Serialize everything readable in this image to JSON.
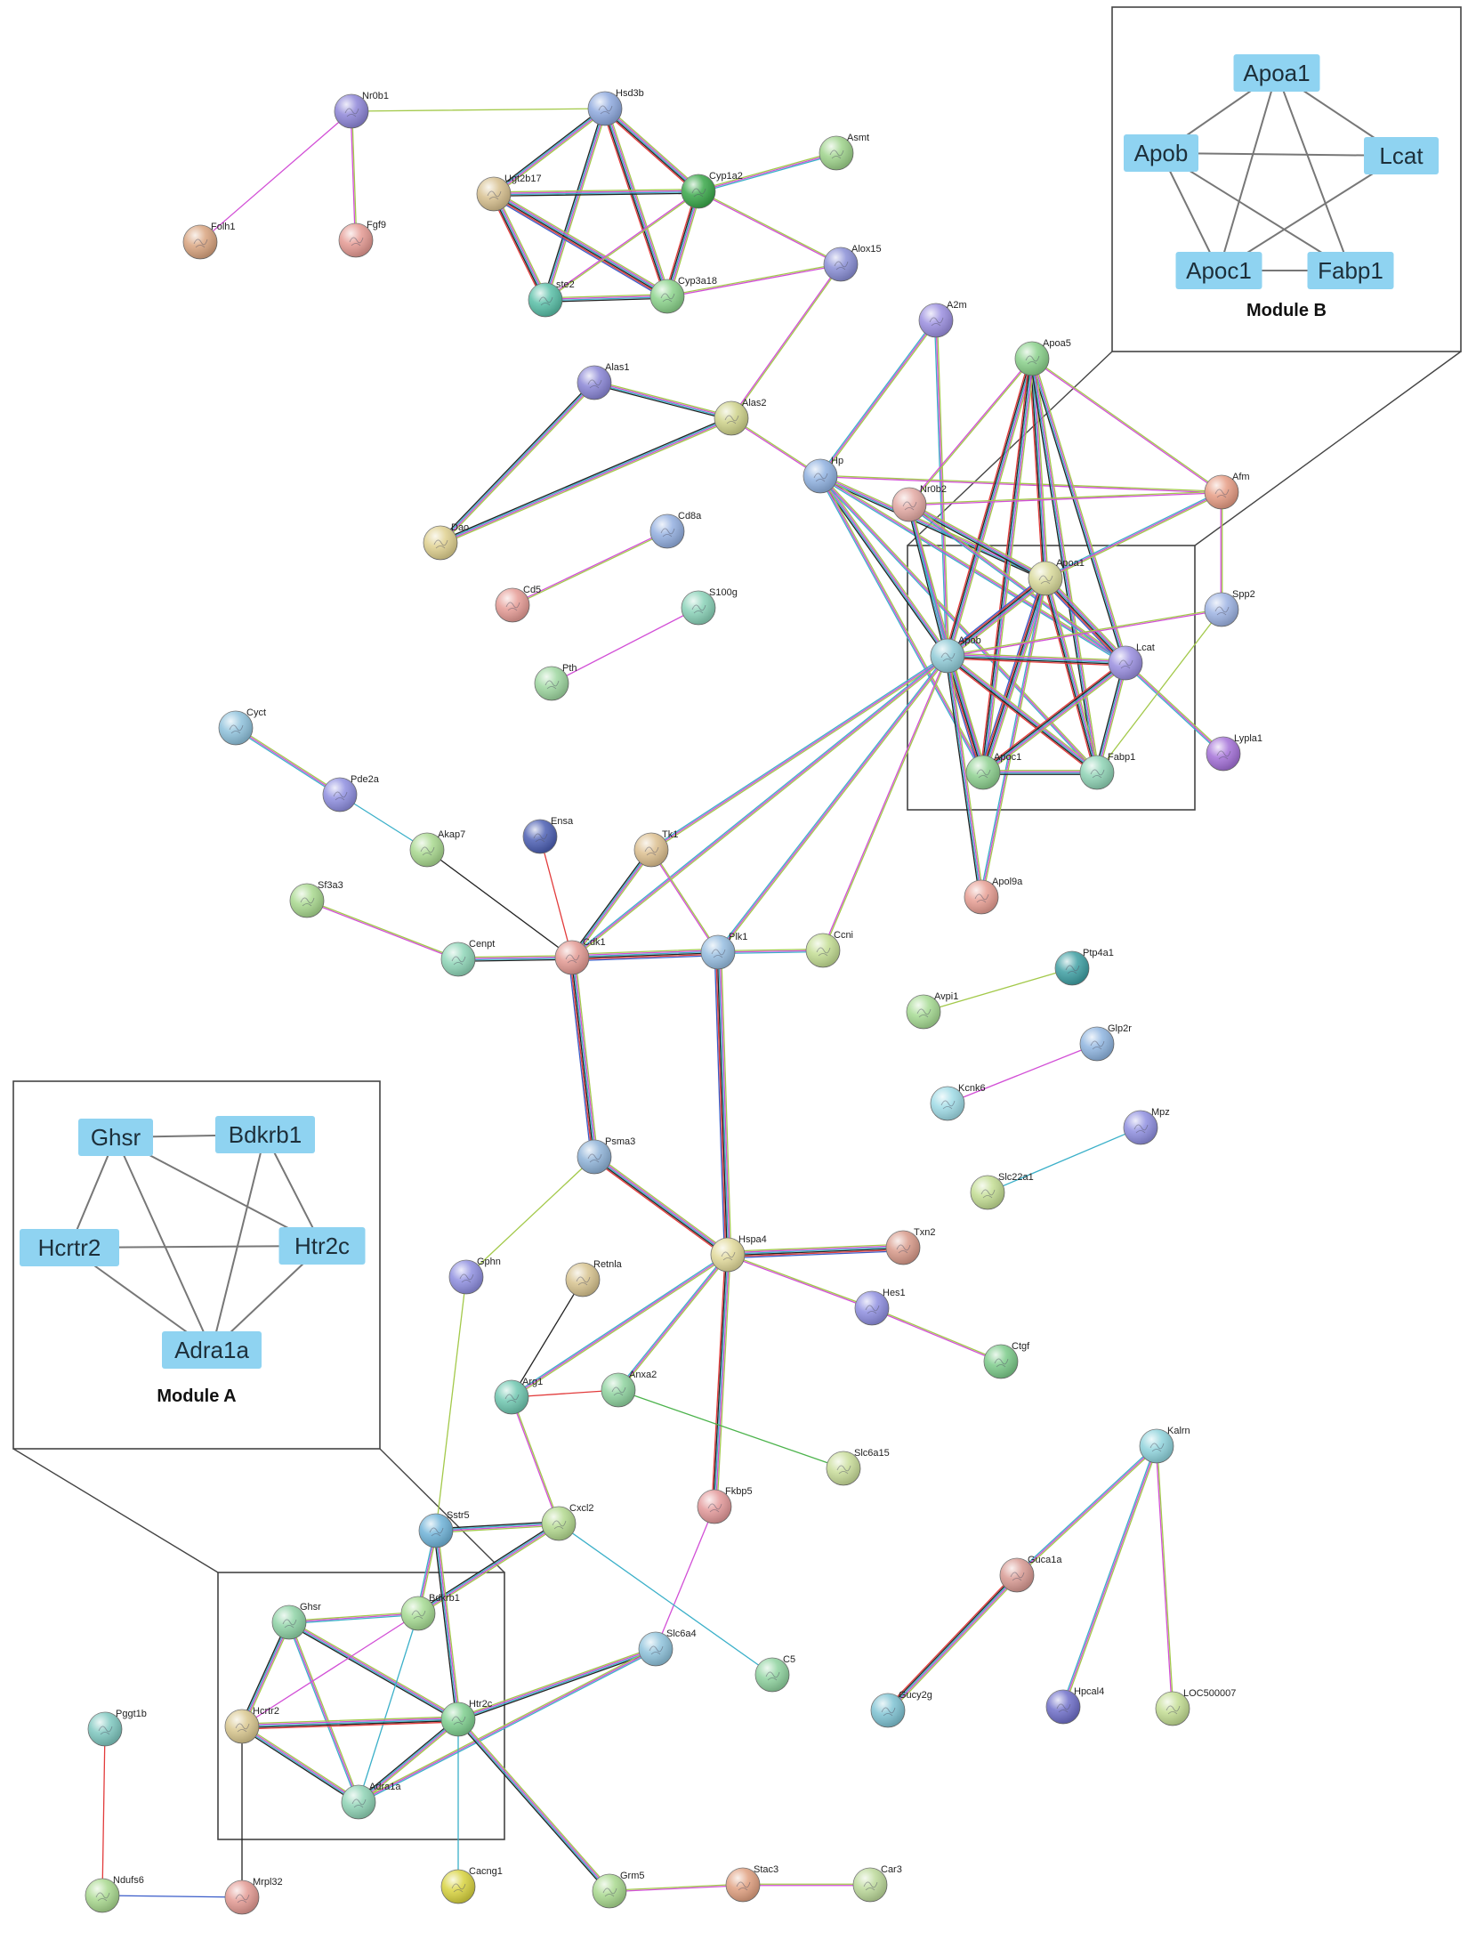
{
  "colors": {
    "edge_palette": [
      "#a3c94a",
      "#d24fd6",
      "#3bb0c9",
      "#222222",
      "#e23b3b",
      "#3a5cc9",
      "#4cb34c"
    ],
    "inset_node_fill": "#8fd3f1",
    "inset_edge": "#777777",
    "frame": "#444444"
  },
  "nodes": [
    {
      "id": "Nr0b1",
      "color": "#8e86d8"
    },
    {
      "id": "Hsd3b",
      "color": "#8ea9de"
    },
    {
      "id": "Ugt2b17",
      "color": "#d7c08f"
    },
    {
      "id": "Cyp1a2",
      "color": "#3aa84a"
    },
    {
      "id": "Asmt",
      "color": "#9ed38b"
    },
    {
      "id": "Folh1",
      "color": "#d9a47f"
    },
    {
      "id": "Fgf9",
      "color": "#e59a93"
    },
    {
      "id": "ste2",
      "color": "#59bfa7"
    },
    {
      "id": "Cyp3a18",
      "color": "#8bd38b"
    },
    {
      "id": "Alox15",
      "color": "#8a8fd6"
    },
    {
      "id": "A2m",
      "color": "#9b8fe0"
    },
    {
      "id": "Apoa5",
      "color": "#89d08a"
    },
    {
      "id": "Alas1",
      "color": "#8a86d6"
    },
    {
      "id": "Alas2",
      "color": "#ced28a"
    },
    {
      "id": "Hp",
      "color": "#8fb1e0"
    },
    {
      "id": "Nr0b2",
      "color": "#e3a9a3"
    },
    {
      "id": "Afm",
      "color": "#e69c84"
    },
    {
      "id": "Dao",
      "color": "#dfd08f"
    },
    {
      "id": "Cd8a",
      "color": "#93afe0"
    },
    {
      "id": "Cd5",
      "color": "#e69c96"
    },
    {
      "id": "S100g",
      "color": "#8ad2b8"
    },
    {
      "id": "Pth",
      "color": "#9ed7a0"
    },
    {
      "id": "Apoa1",
      "color": "#d8d99a"
    },
    {
      "id": "Spp2",
      "color": "#9db3e3"
    },
    {
      "id": "Apob",
      "color": "#8fcad6"
    },
    {
      "id": "Lcat",
      "color": "#9a8fe0"
    },
    {
      "id": "Lypla1",
      "color": "#a471d8"
    },
    {
      "id": "Apoc1",
      "color": "#8dd08f"
    },
    {
      "id": "Fabp1",
      "color": "#8fd3b5"
    },
    {
      "id": "Apol9a",
      "color": "#e79e93"
    },
    {
      "id": "Cyct",
      "color": "#8fc2dc"
    },
    {
      "id": "Pde2a",
      "color": "#8f8fe0"
    },
    {
      "id": "Akap7",
      "color": "#a9d98f"
    },
    {
      "id": "Ensa",
      "color": "#4c5fb3"
    },
    {
      "id": "Tk1",
      "color": "#dcbf8f"
    },
    {
      "id": "Sf3a3",
      "color": "#a9d98f"
    },
    {
      "id": "Cenpt",
      "color": "#8fd6b8"
    },
    {
      "id": "Cdk1",
      "color": "#e39a93"
    },
    {
      "id": "Plk1",
      "color": "#96bde0"
    },
    {
      "id": "Ccni",
      "color": "#c3dd93"
    },
    {
      "id": "Ptp4a1",
      "color": "#3f9fa3"
    },
    {
      "id": "Avpi1",
      "color": "#a6db93"
    },
    {
      "id": "Glp2r",
      "color": "#8fb5e0"
    },
    {
      "id": "Kcnk6",
      "color": "#9fdbe6"
    },
    {
      "id": "Mpz",
      "color": "#8f8fe0"
    },
    {
      "id": "Slc22a1",
      "color": "#c3dd93"
    },
    {
      "id": "Psma3",
      "color": "#8fb3d8"
    },
    {
      "id": "Hspa4",
      "color": "#e1d99a"
    },
    {
      "id": "Txn2",
      "color": "#d89a8a"
    },
    {
      "id": "Gphn",
      "color": "#8f8fe0"
    },
    {
      "id": "Retnla",
      "color": "#d7c38f"
    },
    {
      "id": "Hes1",
      "color": "#8f8fe0"
    },
    {
      "id": "Ctgf",
      "color": "#7ccb8a"
    },
    {
      "id": "Arg1",
      "color": "#6fc7b0"
    },
    {
      "id": "Anxa2",
      "color": "#8fd39f"
    },
    {
      "id": "Slc6a15",
      "color": "#c9dd9a"
    },
    {
      "id": "Kalrn",
      "color": "#8fd3dc"
    },
    {
      "id": "Fkbp5",
      "color": "#e3999a"
    },
    {
      "id": "Sstr5",
      "color": "#6fb3d8"
    },
    {
      "id": "Cxcl2",
      "color": "#b3d98f"
    },
    {
      "id": "Guca1a",
      "color": "#d89a93"
    },
    {
      "id": "Ghsr",
      "color": "#8fd3a6"
    },
    {
      "id": "Bdkrb1",
      "color": "#a6db93"
    },
    {
      "id": "Slc6a4",
      "color": "#8fc3dc"
    },
    {
      "id": "C5",
      "color": "#8fd39f"
    },
    {
      "id": "Hcrtr2",
      "color": "#d9c78f"
    },
    {
      "id": "Htr2c",
      "color": "#7fcf8f"
    },
    {
      "id": "Gucy2g",
      "color": "#7fc3d3"
    },
    {
      "id": "Hpcal4",
      "color": "#6f6fc9"
    },
    {
      "id": "LOC500007",
      "color": "#c3dd93"
    },
    {
      "id": "Pggt1b",
      "color": "#7fc8c0"
    },
    {
      "id": "Adra1a",
      "color": "#8fd3b5"
    },
    {
      "id": "Ndufs6",
      "color": "#a9d98f"
    },
    {
      "id": "Mrpl32",
      "color": "#e39a93"
    },
    {
      "id": "Cacng1",
      "color": "#d8d33f"
    },
    {
      "id": "Grm5",
      "color": "#a9d98f"
    },
    {
      "id": "Stac3",
      "color": "#e0a080"
    },
    {
      "id": "Car3",
      "color": "#bcd99a"
    }
  ],
  "edges": [
    [
      "Nr0b1",
      "Hsd3b",
      1
    ],
    [
      "Nr0b1",
      "Folh1",
      1
    ],
    [
      "Nr0b1",
      "Fgf9",
      2
    ],
    [
      "Hsd3b",
      "Ugt2b17",
      4
    ],
    [
      "Hsd3b",
      "Cyp1a2",
      5
    ],
    [
      "Hsd3b",
      "ste2",
      4
    ],
    [
      "Hsd3b",
      "Cyp3a18",
      5
    ],
    [
      "Ugt2b17",
      "Cyp1a2",
      4
    ],
    [
      "Ugt2b17",
      "ste2",
      5
    ],
    [
      "Ugt2b17",
      "Cyp3a18",
      6
    ],
    [
      "Cyp1a2",
      "ste2",
      2
    ],
    [
      "Cyp1a2",
      "Cyp3a18",
      5
    ],
    [
      "Cyp1a2",
      "Asmt",
      3
    ],
    [
      "Cyp1a2",
      "Alox15",
      2
    ],
    [
      "ste2",
      "Cyp3a18",
      4
    ],
    [
      "Cyp3a18",
      "Alox15",
      2
    ],
    [
      "Alox15",
      "Alas2",
      2
    ],
    [
      "Alas1",
      "Alas2",
      4
    ],
    [
      "Alas1",
      "Dao",
      4
    ],
    [
      "Alas2",
      "Dao",
      4
    ],
    [
      "Alas2",
      "Hp",
      2
    ],
    [
      "Cd8a",
      "Cd5",
      2
    ],
    [
      "S100g",
      "Pth",
      1
    ],
    [
      "A2m",
      "Hp",
      3
    ],
    [
      "A2m",
      "Apob",
      3
    ],
    [
      "Hp",
      "Apoa1",
      4
    ],
    [
      "Hp",
      "Apob",
      4
    ],
    [
      "Hp",
      "Afm",
      2
    ],
    [
      "Hp",
      "Apoc1",
      3
    ],
    [
      "Hp",
      "Fabp1",
      3
    ],
    [
      "Hp",
      "Lcat",
      3
    ],
    [
      "Apoa5",
      "Apoa1",
      5
    ],
    [
      "Apoa5",
      "Apob",
      5
    ],
    [
      "Apoa5",
      "Lcat",
      4
    ],
    [
      "Apoa5",
      "Apoc1",
      5
    ],
    [
      "Apoa5",
      "Fabp1",
      4
    ],
    [
      "Apoa5",
      "Afm",
      2
    ],
    [
      "Apoa5",
      "Nr0b2",
      2
    ],
    [
      "Nr0b2",
      "Apoa1",
      4
    ],
    [
      "Nr0b2",
      "Apob",
      4
    ],
    [
      "Nr0b2",
      "Afm",
      2
    ],
    [
      "Nr0b2",
      "Apoc1",
      3
    ],
    [
      "Nr0b2",
      "Lcat",
      3
    ],
    [
      "Afm",
      "Spp2",
      2
    ],
    [
      "Afm",
      "Apoa1",
      3
    ],
    [
      "Apoa1",
      "Apob",
      6
    ],
    [
      "Apoa1",
      "Lcat",
      6
    ],
    [
      "Apoa1",
      "Apoc1",
      6
    ],
    [
      "Apoa1",
      "Fabp1",
      5
    ],
    [
      "Apoa1",
      "Apol9a",
      3
    ],
    [
      "Apob",
      "Lcat",
      5
    ],
    [
      "Apob",
      "Apoc1",
      6
    ],
    [
      "Apob",
      "Fabp1",
      5
    ],
    [
      "Apob",
      "Apol9a",
      4
    ],
    [
      "Apob",
      "Spp2",
      2
    ],
    [
      "Apob",
      "Tk1",
      3
    ],
    [
      "Apob",
      "Cdk1",
      3
    ],
    [
      "Apob",
      "Plk1",
      3
    ],
    [
      "Apob",
      "Ccni",
      2
    ],
    [
      "Lcat",
      "Apoc1",
      5
    ],
    [
      "Lcat",
      "Fabp1",
      4
    ],
    [
      "Lcat",
      "Lypla1",
      3
    ],
    [
      "Apoc1",
      "Fabp1",
      4
    ],
    [
      "Spp2",
      "Fabp1",
      1
    ],
    [
      "Cyct",
      "Pde2a",
      3
    ],
    [
      "Pde2a",
      "Akap7",
      1
    ],
    [
      "Akap7",
      "Cdk1",
      1
    ],
    [
      "Ensa",
      "Cdk1",
      1
    ],
    [
      "Sf3a3",
      "Cenpt",
      2
    ],
    [
      "Cenpt",
      "Cdk1",
      4
    ],
    [
      "Tk1",
      "Cdk1",
      4
    ],
    [
      "Tk1",
      "Plk1",
      2
    ],
    [
      "Cdk1",
      "Plk1",
      6
    ],
    [
      "Plk1",
      "Ccni",
      3
    ],
    [
      "Cdk1",
      "Psma3",
      6
    ],
    [
      "Plk1",
      "Hspa4",
      6
    ],
    [
      "Psma3",
      "Hspa4",
      5
    ],
    [
      "Psma3",
      "Gphn",
      1
    ],
    [
      "Hspa4",
      "Txn2",
      6
    ],
    [
      "Hspa4",
      "Hes1",
      2
    ],
    [
      "Hspa4",
      "Anxa2",
      3
    ],
    [
      "Hspa4",
      "Fkbp5",
      5
    ],
    [
      "Hspa4",
      "Arg1",
      3
    ],
    [
      "Hes1",
      "Ctgf",
      2
    ],
    [
      "Avpi1",
      "Ptp4a1",
      1
    ],
    [
      "Kcnk6",
      "Glp2r",
      1
    ],
    [
      "Slc22a1",
      "Mpz",
      1
    ],
    [
      "Retnla",
      "Arg1",
      1
    ],
    [
      "Arg1",
      "Anxa2",
      1
    ],
    [
      "Arg1",
      "Cxcl2",
      2
    ],
    [
      "Anxa2",
      "Slc6a15",
      1
    ],
    [
      "Gphn",
      "Sstr5",
      1
    ],
    [
      "Fkbp5",
      "Slc6a4",
      1
    ],
    [
      "Cxcl2",
      "C5",
      1
    ],
    [
      "Cxcl2",
      "Sstr5",
      4
    ],
    [
      "Cxcl2",
      "Bdkrb1",
      4
    ],
    [
      "Kalrn",
      "Guca1a",
      3
    ],
    [
      "Kalrn",
      "Hpcal4",
      3
    ],
    [
      "Kalrn",
      "LOC500007",
      2
    ],
    [
      "Guca1a",
      "Gucy2g",
      5
    ],
    [
      "Sstr5",
      "Bdkrb1",
      3
    ],
    [
      "Sstr5",
      "Htr2c",
      4
    ],
    [
      "Ghsr",
      "Bdkrb1",
      3
    ],
    [
      "Ghsr",
      "Hcrtr2",
      4
    ],
    [
      "Ghsr",
      "Htr2c",
      4
    ],
    [
      "Ghsr",
      "Adra1a",
      3
    ],
    [
      "Bdkrb1",
      "Hcrtr2",
      1
    ],
    [
      "Bdkrb1",
      "Adra1a",
      1
    ],
    [
      "Hcrtr2",
      "Htr2c",
      5
    ],
    [
      "Hcrtr2",
      "Adra1a",
      4
    ],
    [
      "Htr2c",
      "Adra1a",
      4
    ],
    [
      "Htr2c",
      "Slc6a4",
      4
    ],
    [
      "Adra1a",
      "Slc6a4",
      3
    ],
    [
      "Htr2c",
      "Grm5",
      4
    ],
    [
      "Htr2c",
      "Cacng1",
      1
    ],
    [
      "Hcrtr2",
      "Mrpl32",
      1
    ],
    [
      "Pggt1b",
      "Ndufs6",
      1
    ],
    [
      "Ndufs6",
      "Mrpl32",
      1
    ],
    [
      "Grm5",
      "Stac3",
      2
    ],
    [
      "Stac3",
      "Car3",
      2
    ]
  ],
  "modules": [
    {
      "title": "Module A",
      "nodes": [
        {
          "label": "Ghsr"
        },
        {
          "label": "Bdkrb1"
        },
        {
          "label": "Htr2c"
        },
        {
          "label": "Hcrtr2"
        },
        {
          "label": "Adra1a"
        }
      ],
      "edges": [
        [
          0,
          1
        ],
        [
          0,
          2
        ],
        [
          0,
          4
        ],
        [
          0,
          3
        ],
        [
          1,
          2
        ],
        [
          1,
          4
        ],
        [
          2,
          3
        ],
        [
          2,
          4
        ],
        [
          3,
          4
        ]
      ]
    },
    {
      "title": "Module B",
      "nodes": [
        {
          "label": "Apoa1"
        },
        {
          "label": "Apob"
        },
        {
          "label": "Lcat"
        },
        {
          "label": "Apoc1"
        },
        {
          "label": "Fabp1"
        }
      ],
      "edges": [
        [
          0,
          1
        ],
        [
          0,
          2
        ],
        [
          0,
          3
        ],
        [
          0,
          4
        ],
        [
          1,
          2
        ],
        [
          1,
          3
        ],
        [
          1,
          4
        ],
        [
          2,
          3
        ],
        [
          3,
          4
        ]
      ]
    }
  ]
}
